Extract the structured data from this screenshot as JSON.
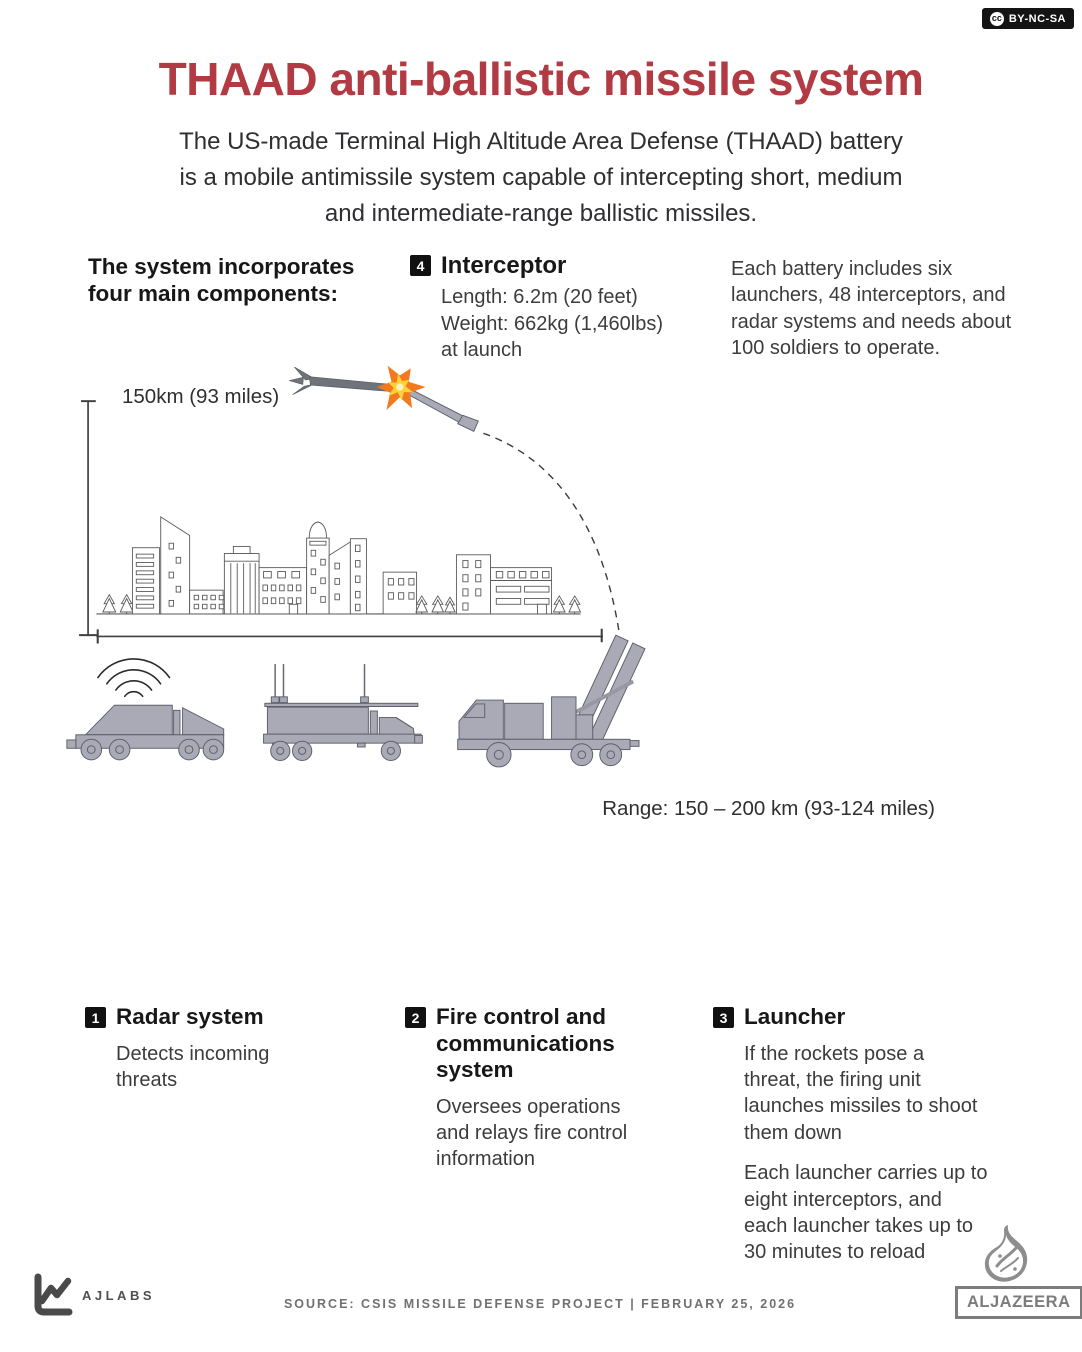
{
  "license": {
    "icon": "cc-icon",
    "cc_text": "cc",
    "label": "BY-NC-SA"
  },
  "header": {
    "title": "THAAD anti-ballistic missile system",
    "subtitle_lines": [
      "The US-made Terminal High Altitude Area Defense (THAAD) battery",
      "is a mobile antimissile system capable of intercepting short, medium",
      "and intermediate-range ballistic missiles."
    ]
  },
  "intro": {
    "components_heading": "The system incorporates four main components:",
    "battery_note": "Each battery includes six launchers, 48 interceptors, and radar systems and needs about 100 soldiers to operate."
  },
  "diagram": {
    "altitude_label": "150km (93 miles)",
    "range_label": "Range: 150 – 200 km (93-124 miles)",
    "icons": {
      "threat_missile": "incoming-missile-icon",
      "explosion": "explosion-burst-icon",
      "interceptor": "interceptor-rocket-icon",
      "trajectory": "dashed-trajectory-icon",
      "city": "city-skyline-icon",
      "radar_signal": "radar-waves-icon",
      "launcher_tubes": "launcher-tubes-icon"
    }
  },
  "components": {
    "radar": {
      "number": "1",
      "title": "Radar system",
      "desc": "Detects incoming threats"
    },
    "fire_control": {
      "number": "2",
      "title": "Fire control and communications system",
      "desc": "Oversees operations and relays fire control information"
    },
    "launcher": {
      "number": "3",
      "title": "Launcher",
      "desc1": "If the rockets pose a threat, the firing unit launches missiles to shoot them down",
      "desc2": "Each launcher carries up to eight interceptors, and each launcher takes up to 30 minutes to reload"
    },
    "interceptor": {
      "number": "4",
      "title": "Interceptor",
      "spec1": "Length: 6.2m (20 feet)",
      "spec2": "Weight: 662kg (1,460lbs)",
      "spec3": "at launch"
    }
  },
  "footer": {
    "ajlabs_label": "AJLABS",
    "ajlabs_icon": "line-chart-icon",
    "source_text": "SOURCE:  CSIS MISSILE DEFENSE PROJECT  |  FEBRUARY 25, 2026",
    "aljazeera_label": "ALJAZEERA",
    "aljazeera_icon": "aljazeera-calligraphy-icon"
  },
  "colors": {
    "title_red": "#b23a43",
    "text_dark": "#262626",
    "body_text": "#3c3c3c",
    "badge_black": "#111111",
    "vehicle_fill": "#a9aab6",
    "vehicle_stroke": "#5f5f6b",
    "explosion_orange": "#f2791f",
    "explosion_yellow": "#ffd235",
    "axis_gray": "#3f3f3f",
    "skyline_gray": "#5a5a5a",
    "footer_gray": "#6f6f6f"
  }
}
